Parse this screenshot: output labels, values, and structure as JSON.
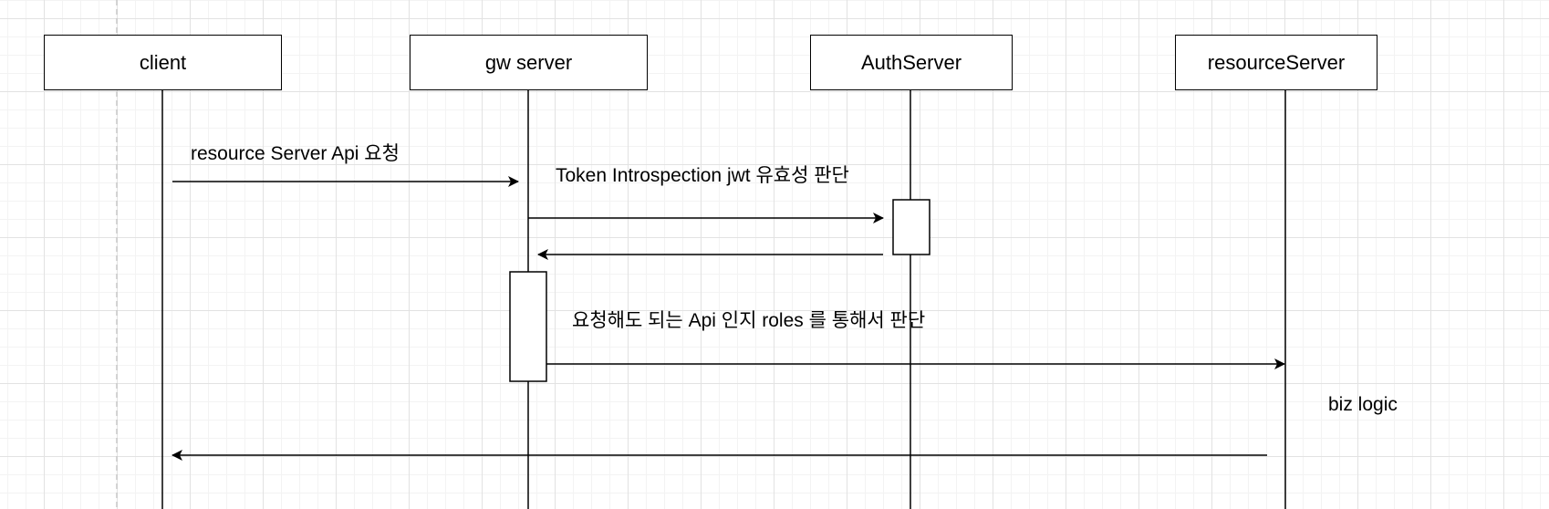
{
  "participants": [
    {
      "id": "client",
      "label": "client"
    },
    {
      "id": "gw",
      "label": "gw server"
    },
    {
      "id": "auth",
      "label": "AuthServer"
    },
    {
      "id": "resource",
      "label": "resourceServer"
    }
  ],
  "messages": [
    {
      "id": "m1",
      "label": "resource Server Api 요청"
    },
    {
      "id": "m2",
      "label": "Token Introspection jwt 유효성 판단"
    },
    {
      "id": "m3",
      "label": ""
    },
    {
      "id": "m4",
      "label": "요청해도 되는 Api 인지 roles 를 통해서 판단"
    },
    {
      "id": "m5",
      "label": "biz logic"
    },
    {
      "id": "m6",
      "label": ""
    }
  ],
  "colors": {
    "line": "#000000",
    "grid_major": "#e2e2e2",
    "grid_minor": "#f3f3f3",
    "guide": "#c8c8c8"
  }
}
